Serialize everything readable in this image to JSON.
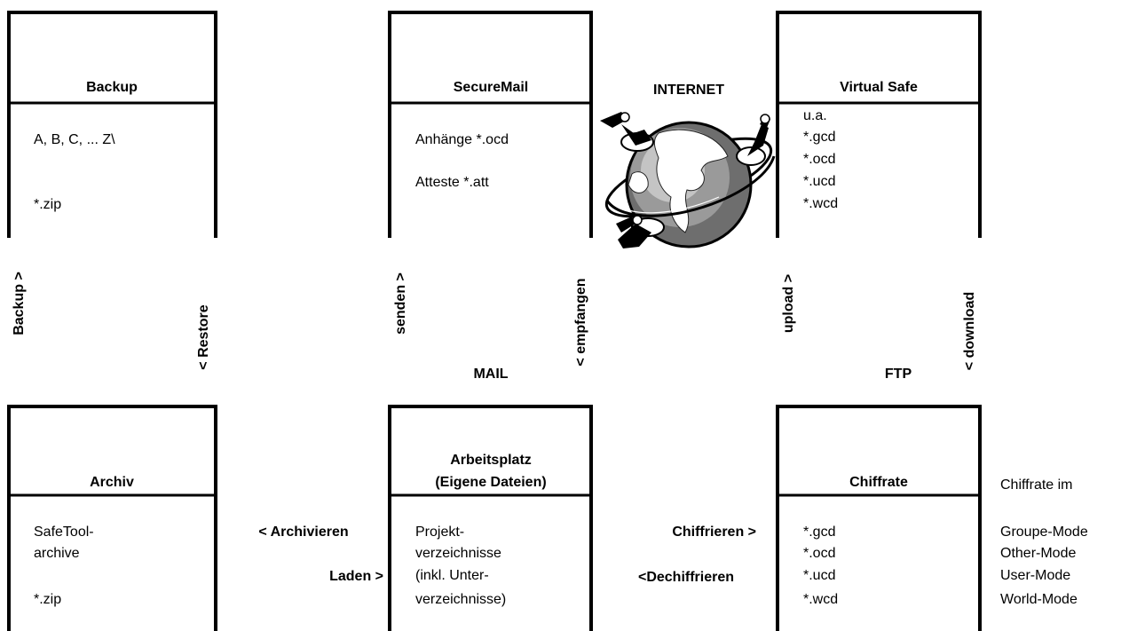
{
  "boxes": {
    "backup": {
      "title": "Backup",
      "lines": [
        "A, B, C, ... Z\\",
        "",
        "",
        "*.zip"
      ]
    },
    "securemail": {
      "title": "SecureMail",
      "lines": [
        "Anhänge *.ocd",
        "",
        "Atteste *.att"
      ]
    },
    "virtualsafe": {
      "title": "Virtual Safe",
      "lines": [
        "u.a.",
        "*.gcd",
        "*.ocd",
        "*.ucd",
        "*.wcd"
      ]
    },
    "archiv": {
      "title": "Archiv",
      "lines": [
        "SafeTool-",
        "archive",
        "",
        "*.zip"
      ]
    },
    "arbeitsplatz": {
      "title_line1": "Arbeitsplatz",
      "title_line2": "(Eigene Dateien)",
      "lines": [
        "Projekt-",
        "verzeichnisse",
        "(inkl. Unter-",
        "verzeichnisse)"
      ]
    },
    "chiffrate": {
      "title": "Chiffrate",
      "lines": [
        "*.gcd",
        "*.ocd",
        "*.ucd",
        "*.wcd"
      ]
    }
  },
  "labels": {
    "internet": "INTERNET",
    "mail": "MAIL",
    "ftp": "FTP",
    "backup_arrow": "Backup >",
    "restore_arrow": "< Restore",
    "senden_arrow": "senden >",
    "empfangen_arrow": "< empfangen",
    "upload_arrow": "upload >",
    "download_arrow": "< download",
    "archivieren_arrow": "< Archivieren",
    "laden_arrow": "Laden >",
    "chiffrieren_arrow": "Chiffrieren >",
    "dechiffrieren_arrow": "<Dechiffrieren"
  },
  "side_notes": {
    "heading": "Chiffrate im",
    "modes": [
      "Groupe-Mode",
      "Other-Mode",
      "User-Mode",
      "World-Mode"
    ]
  },
  "icons": {
    "globe": "globe-with-figures-icon"
  }
}
